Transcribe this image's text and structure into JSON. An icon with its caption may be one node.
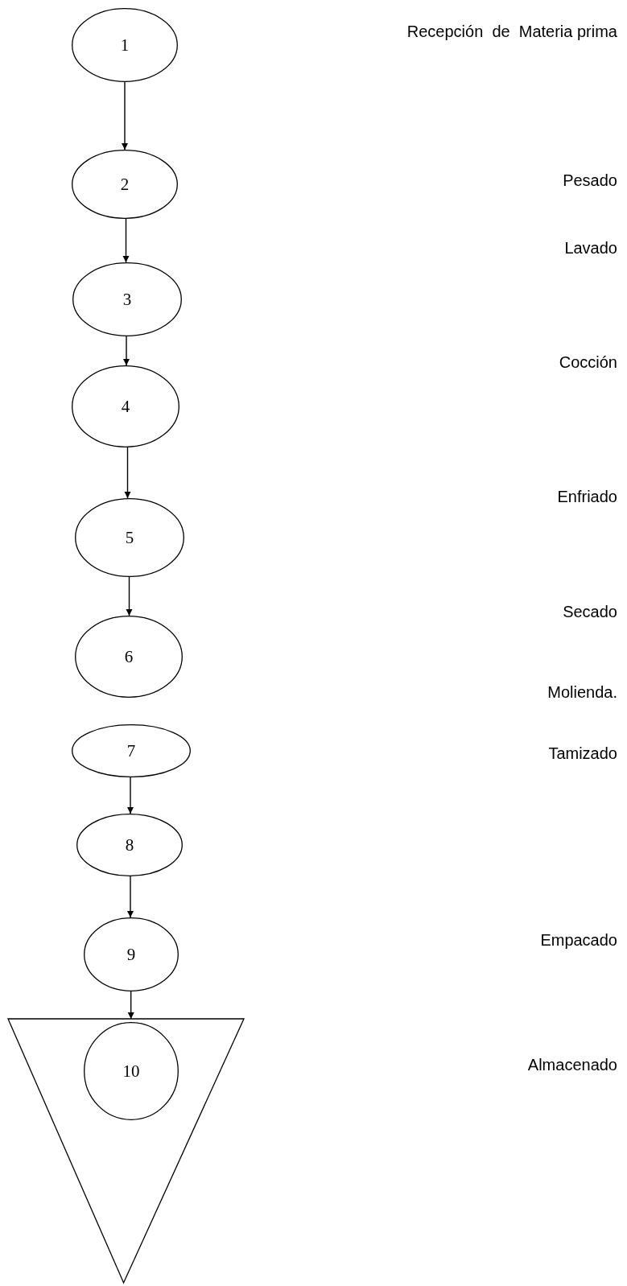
{
  "diagram": {
    "nodes": [
      {
        "text": [
          "1"
        ]
      },
      {
        "text": [
          "2"
        ]
      },
      {
        "text": [
          "3"
        ]
      },
      {
        "text": [
          "4"
        ]
      },
      {
        "text": [
          "5"
        ]
      },
      {
        "text": [
          "6"
        ]
      },
      {
        "text": [
          "7"
        ]
      },
      {
        "text": [
          "8"
        ]
      },
      {
        "text": [
          "9"
        ]
      },
      {
        "text": [],
        "shape": "triangle"
      },
      {
        "text": [
          "10"
        ],
        "in": 9
      }
    ],
    "edges": [
      {
        "from": 0,
        "to": 1,
        "arrow": "to"
      },
      {
        "from": 1,
        "to": 2,
        "arrow": "to"
      },
      {
        "from": 2,
        "to": 3,
        "arrow": "to"
      },
      {
        "from": 3,
        "to": 4,
        "arrow": "to"
      },
      {
        "from": 4,
        "to": 5,
        "arrow": "to"
      },
      {
        "from": 6,
        "to": 7,
        "arrow": "to"
      },
      {
        "from": 7,
        "to": 8,
        "arrow": "to"
      },
      {
        "from": 8,
        "to": 9,
        "arrow": "to"
      }
    ],
    "labels": [
      "Recepción  de  Materia prima",
      "Pesado",
      "Lavado",
      "Cocción",
      "Enfriado",
      "Secado",
      "Molienda.",
      "Tamizado",
      "Empacado",
      "Almacenado"
    ]
  }
}
